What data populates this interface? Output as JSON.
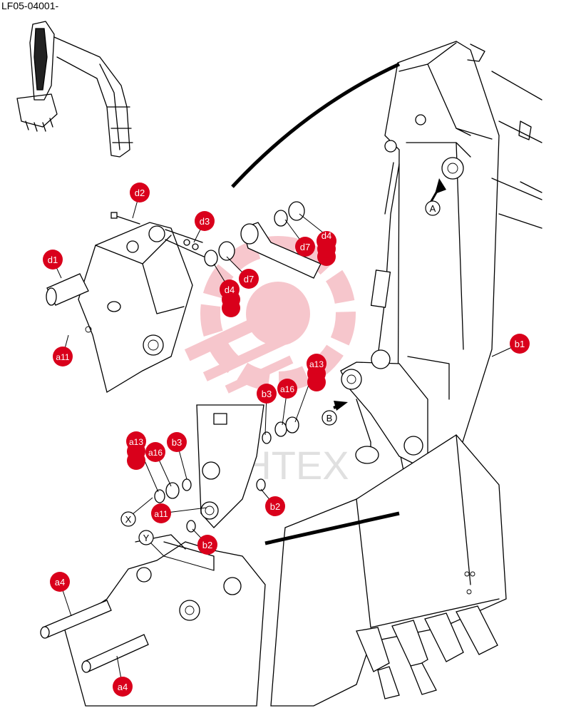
{
  "document": {
    "code": "LF05-04001-"
  },
  "watermark": {
    "text": "ИНТЕХ",
    "color": "#d9001b"
  },
  "colors": {
    "callout": "#d9001b",
    "callout_text": "#ffffff",
    "line": "#000000"
  },
  "callouts": {
    "d1": "d1",
    "d2": "d2",
    "d3": "d3",
    "d4_top": "d4",
    "d4_mid": "d4",
    "d7_top": "d7",
    "d7_mid": "d7",
    "a11_top": "a11",
    "a11_bottom": "a11",
    "b3_top": "b3",
    "a16_top": "a16",
    "a13_top": "a13",
    "a13_left": "a13",
    "a16_left": "a16",
    "b3_left": "b3",
    "b2_right": "b2",
    "b2_bottom": "b2",
    "b1": "b1",
    "a4_top": "a4",
    "a4_bottom": "a4"
  },
  "view_labels": {
    "A": "A",
    "B": "B",
    "X": "X",
    "Y": "Y"
  }
}
